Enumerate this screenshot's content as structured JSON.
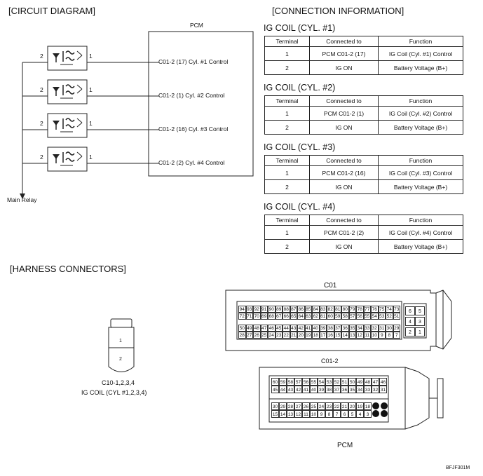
{
  "circuit": {
    "header": "[CIRCUIT DIAGRAM]",
    "pcm_label": "PCM",
    "main_relay": "Main Relay",
    "coils": [
      {
        "pin_left": "2",
        "pin_right": "1",
        "control": "C01-2 (17) Cyl. #1 Control"
      },
      {
        "pin_left": "2",
        "pin_right": "1",
        "control": "C01-2 (1) Cyl. #2 Control"
      },
      {
        "pin_left": "2",
        "pin_right": "1",
        "control": "C01-2 (16) Cyl. #3 Control"
      },
      {
        "pin_left": "2",
        "pin_right": "1",
        "control": "C01-2 (2) Cyl. #4 Control"
      }
    ]
  },
  "connection": {
    "header": "[CONNECTION INFORMATION]",
    "columns": [
      "Terminal",
      "Connected to",
      "Function"
    ],
    "tables": [
      {
        "title": "IG COIL (CYL. #1)",
        "rows": [
          [
            "1",
            "PCM C01-2 (17)",
            "IG Coil (Cyl. #1) Control"
          ],
          [
            "2",
            "IG ON",
            "Battery Voltage (B+)"
          ]
        ]
      },
      {
        "title": "IG COIL (CYL. #2)",
        "rows": [
          [
            "1",
            "PCM C01-2 (1)",
            "IG Coil (Cyl. #2) Control"
          ],
          [
            "2",
            "IG ON",
            "Battery Voltage (B+)"
          ]
        ]
      },
      {
        "title": "IG COIL (CYL. #3)",
        "rows": [
          [
            "1",
            "PCM C01-2 (16)",
            "IG Coil (Cyl. #3) Control"
          ],
          [
            "2",
            "IG ON",
            "Battery Voltage (B+)"
          ]
        ]
      },
      {
        "title": "IG COIL (CYL. #4)",
        "rows": [
          [
            "1",
            "PCM C01-2 (2)",
            "IG Coil (Cyl. #4) Control"
          ],
          [
            "2",
            "IG ON",
            "Battery Voltage (B+)"
          ]
        ]
      }
    ]
  },
  "harness": {
    "header": "[HARNESS CONNECTORS]",
    "coil_connector": {
      "pin1": "1",
      "pin2": "2",
      "name": "C10-1,2,3,4",
      "desc": "IG COIL (CYL #1,2,3,4)"
    },
    "c01": {
      "label": "C01",
      "row1": [
        "94",
        "93",
        "92",
        "91",
        "90",
        "89",
        "88",
        "87",
        "86",
        "85",
        "84",
        "83",
        "82",
        "81",
        "80",
        "79",
        "78",
        "77",
        "76",
        "75",
        "74",
        "73"
      ],
      "row2": [
        "72",
        "71",
        "70",
        "69",
        "68",
        "67",
        "66",
        "65",
        "64",
        "63",
        "62",
        "61",
        "60",
        "59",
        "58",
        "57",
        "56",
        "55",
        "54",
        "53",
        "52",
        "51"
      ],
      "row3": [
        "50",
        "49",
        "48",
        "47",
        "46",
        "45",
        "44",
        "43",
        "42",
        "41",
        "40",
        "39",
        "38",
        "37",
        "36",
        "35",
        "34",
        "33",
        "32",
        "31",
        "30",
        "29"
      ],
      "row4": [
        "28",
        "27",
        "26",
        "25",
        "24",
        "23",
        "22",
        "21",
        "20",
        "19",
        "18",
        "17",
        "16",
        "15",
        "14",
        "13",
        "12",
        "11",
        "10",
        "9",
        "8",
        "7"
      ],
      "side": [
        [
          "6",
          "5"
        ],
        [
          "4",
          "3"
        ],
        [
          "2",
          "1"
        ]
      ]
    },
    "c012": {
      "label": "C01-2",
      "row1": [
        "60",
        "59",
        "58",
        "57",
        "56",
        "55",
        "54",
        "53",
        "52",
        "51",
        "50",
        "49",
        "48",
        "47",
        "46"
      ],
      "row2": [
        "45",
        "44",
        "43",
        "42",
        "41",
        "40",
        "39",
        "38",
        "37",
        "36",
        "35",
        "34",
        "33",
        "32",
        "31"
      ],
      "row3": [
        "30",
        "29",
        "28",
        "27",
        "26",
        "25",
        "24",
        "23",
        "22",
        "21",
        "20",
        "19",
        "18"
      ],
      "row4": [
        "15",
        "14",
        "13",
        "12",
        "11",
        "10",
        "9",
        "8",
        "7",
        "6",
        "5",
        "4",
        "3"
      ]
    },
    "pcm_label": "PCM"
  },
  "footer": {
    "code": "BFJF301M"
  }
}
